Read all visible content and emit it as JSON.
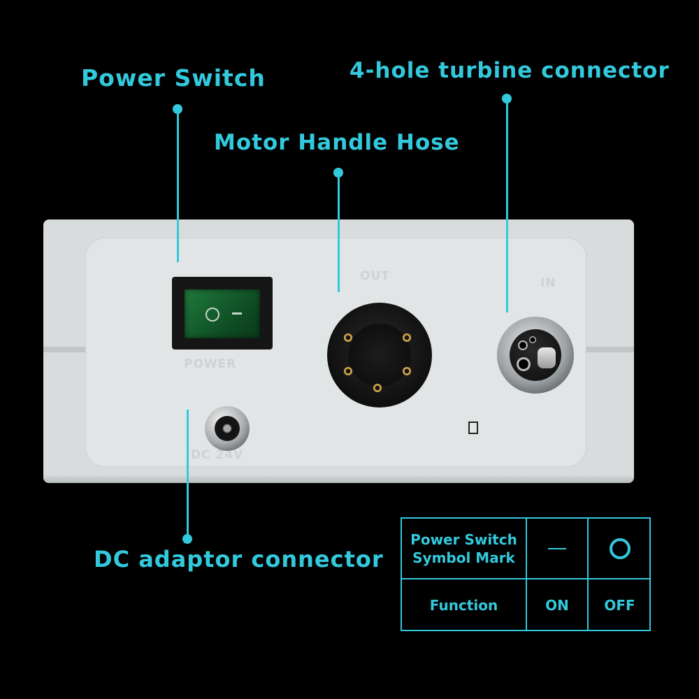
{
  "labels": {
    "power_switch": "Power Switch",
    "motor_handle_hose": "Motor Handle Hose",
    "turbine_connector": "4-hole turbine connector",
    "dc_adaptor": "DC adaptor connector"
  },
  "panel_markings": {
    "out": "OUT",
    "in": "IN",
    "power": "POWER",
    "voltage": "DC 24V"
  },
  "table": {
    "row1_header": "Power Switch Symbol Mark",
    "row2_header": "Function",
    "on": "ON",
    "off": "OFF",
    "symbol_on": "line",
    "symbol_off": "circle"
  },
  "colors": {
    "accent": "#33c9dc",
    "background": "#000000",
    "device": "#d9dcdc",
    "switch_green": "#1f7a3c"
  }
}
